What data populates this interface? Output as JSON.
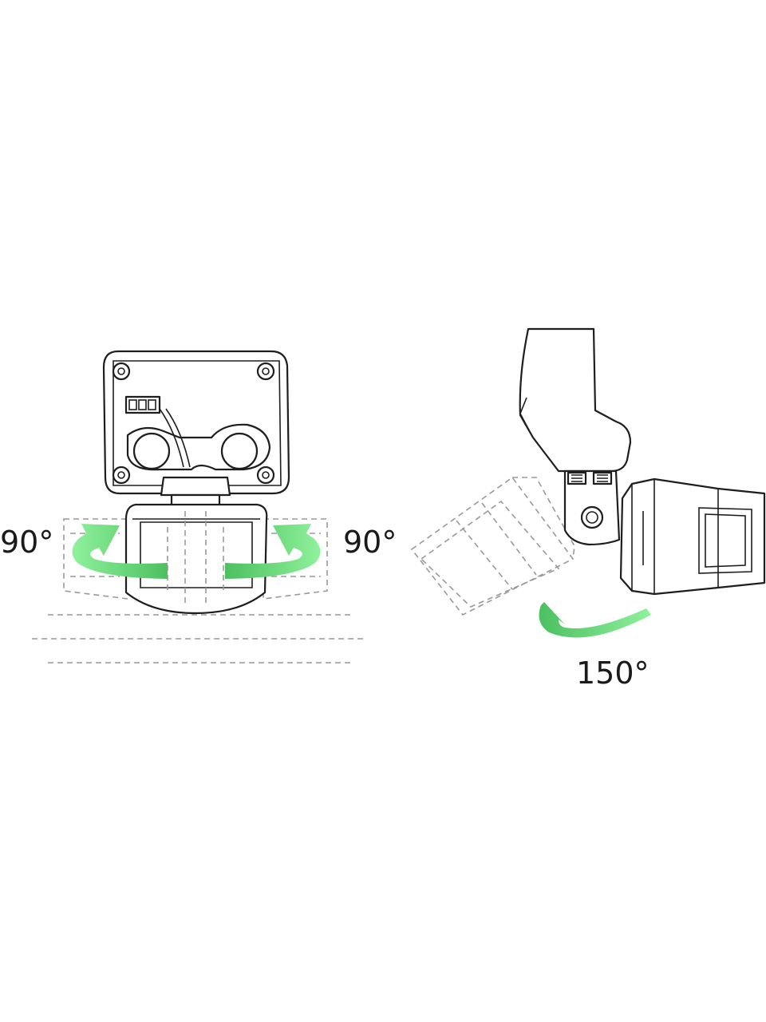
{
  "labels": {
    "left_pan": "90°",
    "right_pan": "90°",
    "tilt": "150°"
  },
  "colors": {
    "arrow_light": "#8ff19c",
    "arrow_dark": "#4cc060",
    "ink": "#1e1e1e",
    "ghost": "#9a9a9a"
  }
}
